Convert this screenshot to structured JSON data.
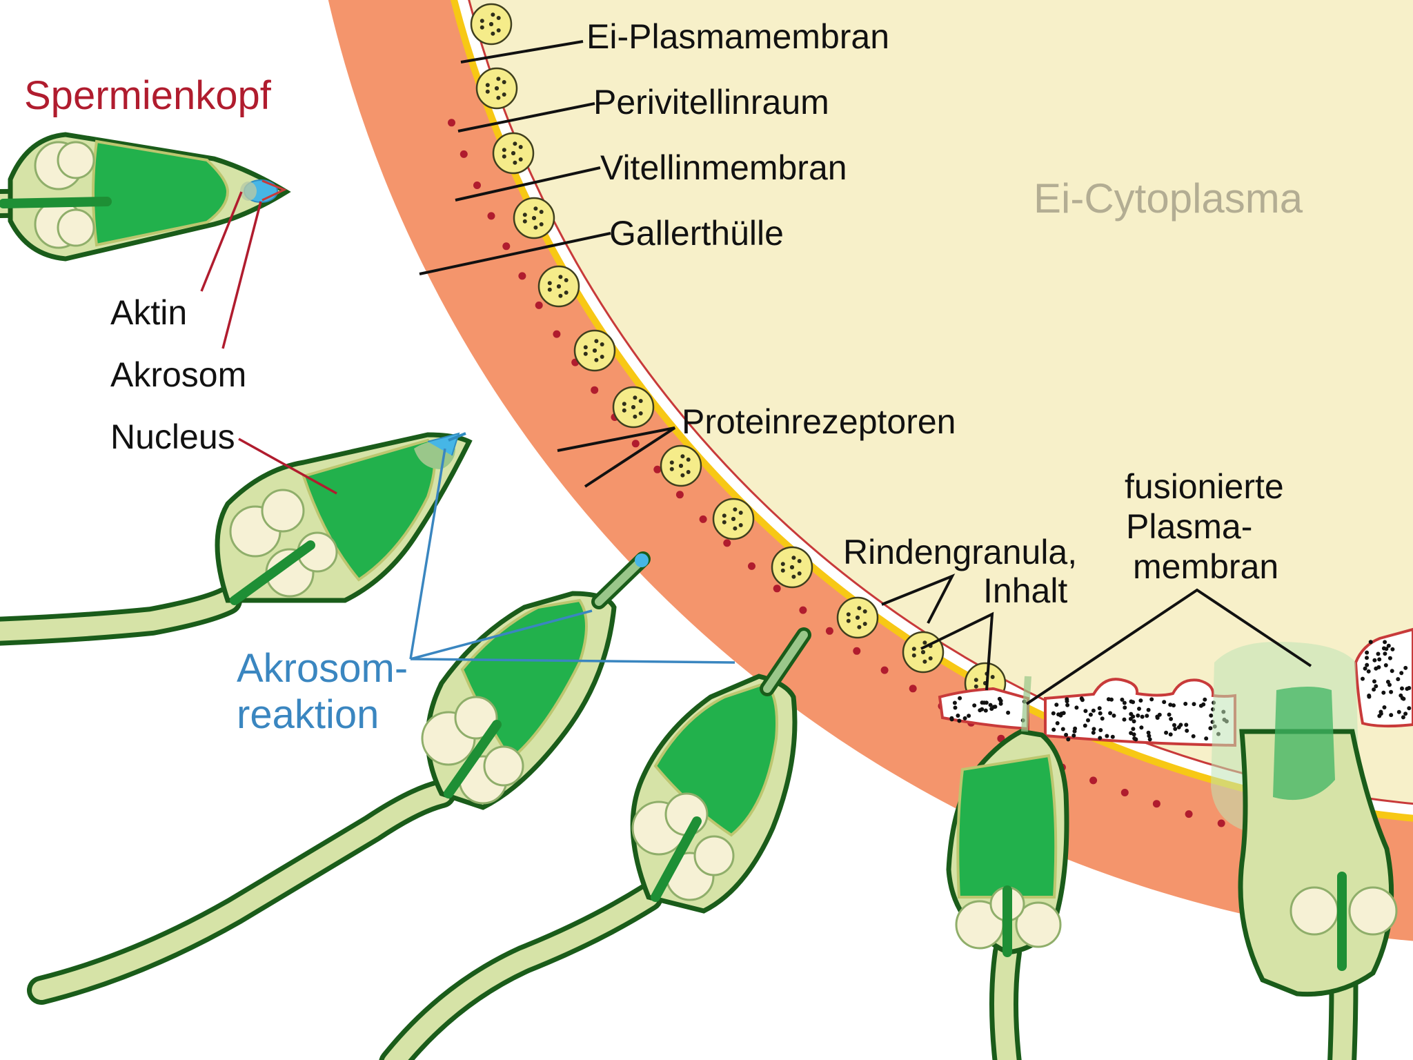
{
  "title": "Spermienkopf",
  "labels": {
    "ei_plasmamembran": "Ei-Plasmamembran",
    "perivitellinraum": "Perivitellinraum",
    "vitellinmembran": "Vitellinmembran",
    "gallerthuelle": "Gallerthülle",
    "ei_cytoplasma": "Ei-Cytoplasma",
    "aktin": "Aktin",
    "akrosom": "Akrosom",
    "nucleus": "Nucleus",
    "proteinrezeptoren": "Proteinrezeptoren",
    "akrosomreaktion_line1": "Akrosom-",
    "akrosomreaktion_line2": "reaktion",
    "rindengranula_line1": "Rindengranula,",
    "rindengranula_line2": "Inhalt",
    "fusionierte_line1": "fusionierte",
    "fusionierte_line2": "Plasma-",
    "fusionierte_line3": "membran"
  },
  "colors": {
    "jelly_coat": "#f4956c",
    "cytoplasm": "#f7f0c9",
    "vitelline_membrane": "#f7c815",
    "sperm_outline": "#1a5c1a",
    "nucleus": "#22b14c",
    "head_fill": "#d6e3a7",
    "acrosome": "#46b6e6",
    "receptor_dots": "#b01c2e",
    "title_red": "#b01c2e",
    "reaction_blue": "#3a86c0"
  }
}
